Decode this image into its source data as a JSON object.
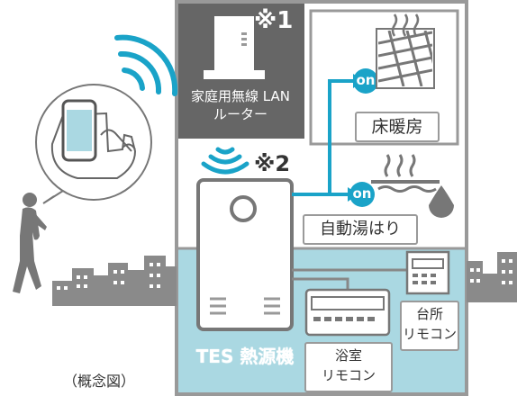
{
  "router": {
    "mark": "※1",
    "label_line1": "家庭用無線 LAN",
    "label_line2": "ルーター"
  },
  "unit": {
    "mark": "※2",
    "label": "TES 熱源機"
  },
  "on_badge_top": "on",
  "on_badge_bottom": "on",
  "floor_heating": {
    "label": "床暖房"
  },
  "auto_bath": {
    "label": "自動湯はり"
  },
  "kitchen_remote": {
    "label_line1": "台所",
    "label_line2": "リモコン"
  },
  "bath_remote": {
    "label_line1": "浴室",
    "label_line2": "リモコン"
  },
  "caption": "（概念図）",
  "colors": {
    "accent_cyan": "#1aa3c8",
    "water_blue": "#aad8e2",
    "dark_gray": "#666666",
    "city_gray": "#8a8a8a",
    "frame_gray": "#999999"
  }
}
